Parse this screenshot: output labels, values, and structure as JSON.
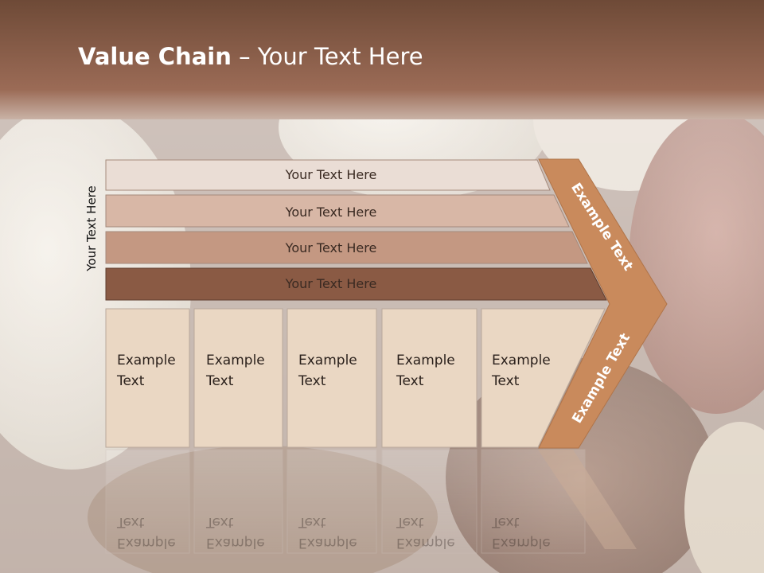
{
  "slide": {
    "title_bold": "Value Chain",
    "title_rest": " – Your Text Here",
    "side_label": "Your Text Here"
  },
  "bands": [
    {
      "label": "Your Text Here",
      "color": "#eaddd5"
    },
    {
      "label": "Your Text Here",
      "color": "#d8b7a6"
    },
    {
      "label": "Your Text Here",
      "color": "#c49882"
    },
    {
      "label": "Your Text Here",
      "color": "#8a5a44"
    }
  ],
  "cells": [
    {
      "line1": "Example",
      "line2": "Text"
    },
    {
      "line1": "Example",
      "line2": "Text"
    },
    {
      "line1": "Example",
      "line2": "Text"
    },
    {
      "line1": "Example",
      "line2": "Text"
    },
    {
      "line1": "Example",
      "line2": "Text"
    }
  ],
  "chevron": {
    "upper_label": "Example Text",
    "lower_label": "Example Text",
    "color": "#c98a5c"
  },
  "colors": {
    "header_top": "#6e4a37",
    "header_bottom": "#9a6a55",
    "cell_fill": "#ead7c3"
  }
}
